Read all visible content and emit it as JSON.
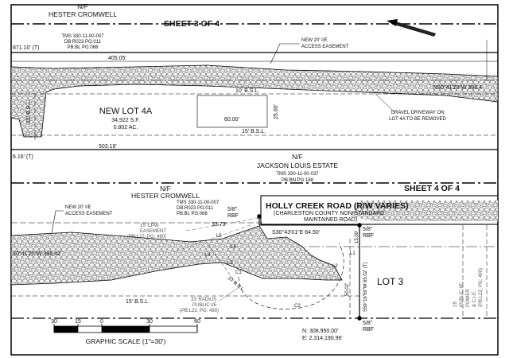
{
  "sheet3": {
    "sheet_label": "SHEET 3 OF 4",
    "owner_top": {
      "nf": "N/F",
      "name": "HESTER CROMWELL",
      "tms": "TMS 330-11-00-007",
      "db": "DB:R023  PG:011",
      "pb": "PB:BL  PG:068"
    },
    "easement_label_1": "NEW 20' I/E",
    "easement_label_2": "ACCESS EASEMENT",
    "dim_top_left": "871.10' (T)",
    "dim_top": "405.05'",
    "bearing_right": "N30°41'20\"W   396.4",
    "bsl_top": "10' B.S.L.",
    "bsl_left": "15' B.S.L.",
    "bsl_bottom": "15' B.S.L.",
    "lot_name": "NEW LOT 4A",
    "lot_sf": "34,922 S.F.",
    "lot_ac": "0.802 AC.",
    "dim_60": "60.00'",
    "dim_25": "25.00'",
    "driveway_note": [
      "GRAVEL DRIVEWAY ON",
      "LOT 4A TO BE REMOVED"
    ],
    "dim_bottom": "503.19'",
    "dim_bottom_left": "6.16' (T)",
    "north_arrow": "N"
  },
  "middle_owner": {
    "nf": "N/F",
    "name": "JACKSON LOUIS ESTATE",
    "tms": "TMS 330-11-00-037",
    "pb": "PB:BN  PG:188"
  },
  "sheet4": {
    "sheet_label": "SHEET 4 OF 4",
    "owner": {
      "nf": "N/F",
      "name": "HESTER CROMWELL",
      "tms": "TMS 330-11-00-007",
      "db": "DB:R023  PG:011",
      "pb": "PB:BL  PG:068"
    },
    "easement_label_1": "NEW 20' I/E",
    "easement_label_2": "ACCESS EASEMENT",
    "road_name": "HOLLY CREEK ROAD (R/W VARIES)",
    "road_note_1": "(CHARLESTON COUNTY NON-STANDARD",
    "road_note_2": "MAINTAINED ROAD)",
    "rbf_1": "5/8\"",
    "rbf_1b": "RBF",
    "rbf_2": "5/8\"",
    "rbf_2b": "RBF",
    "rbf_3": "5/8\"",
    "rbf_3b": "RBF",
    "cpw_1": "15' CPW",
    "cpw_2": "EASEMENT",
    "cpw_3": "(PB:L22; PG: 490)",
    "dim_3373": "33.73'",
    "bearing_road": "S30°43'01\"E    64.50'",
    "bearing_left": "30°41'20\"W   396.42'",
    "curve_labels": [
      "L5",
      "L6",
      "L4",
      "L3",
      "L1",
      "L2",
      "C1",
      "C2"
    ],
    "bsl_diag": "10' B.S.L.",
    "bsl_bottom": "15' B.S.L.",
    "radius_1": "33' RADIUS",
    "radius_2": "PUBLIC I/E",
    "radius_3": "(PB:L22; PG: 490)",
    "dim_1500": "15.00'",
    "dim_5002": "50.02'",
    "bearing_vert": "S59°16'59\"W   65.02' (T)",
    "lot_name": "LOT 3",
    "public_easement": [
      "15'",
      "PUBLIC I/E,",
      "POWER",
      "& C.I.E.",
      "(PB:L22; PG: 490)"
    ],
    "coord_n": "N: 308,950.00'",
    "coord_e": "E: 2,314,190.96'"
  },
  "scale": {
    "ticks": [
      "30",
      "15",
      "0",
      "30",
      "60"
    ],
    "caption": "GRAPHIC SCALE (1\"=30')"
  }
}
